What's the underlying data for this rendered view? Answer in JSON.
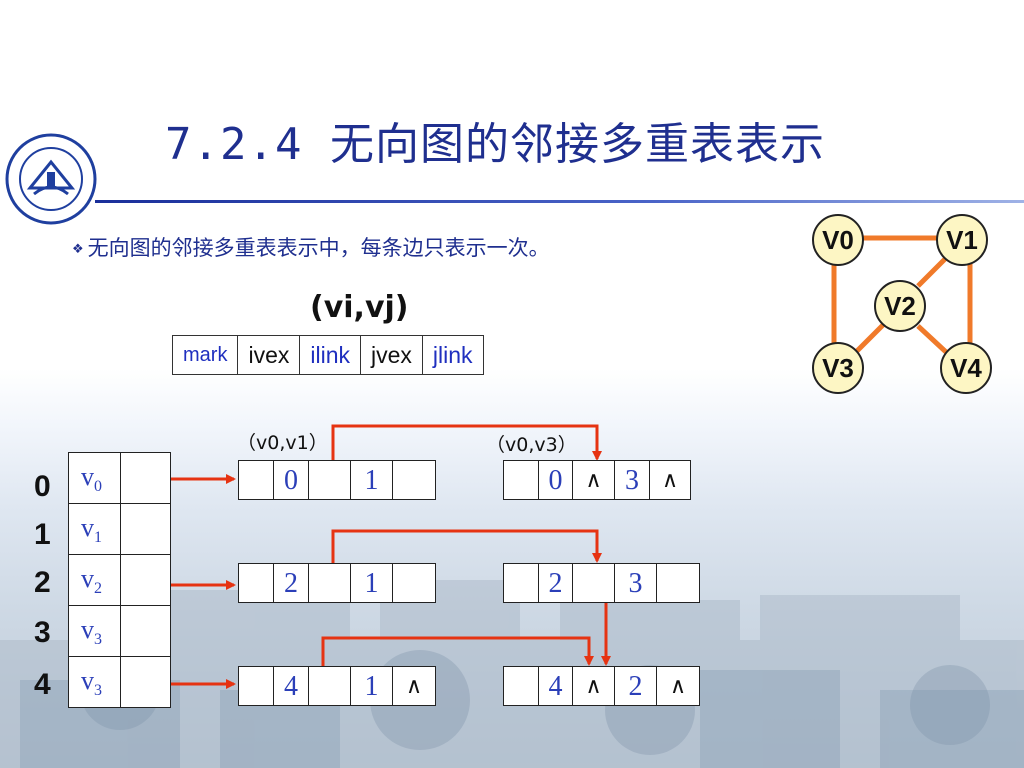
{
  "title": "7.2.4 无向图的邻接多重表表示",
  "bullet": "无向图的邻接多重表表示中，每条边只表示一次。",
  "edge_node_label": "(vi,vj)",
  "edge_node_fields": [
    "mark",
    "ivex",
    "ilink",
    "jvex",
    "jlink"
  ],
  "graph": {
    "nodes": [
      "V0",
      "V1",
      "V2",
      "V3",
      "V4"
    ]
  },
  "indices": [
    "0",
    "1",
    "2",
    "3",
    "4"
  ],
  "vertex_table": [
    {
      "name": "v",
      "sub": "0"
    },
    {
      "name": "v",
      "sub": "1"
    },
    {
      "name": "v",
      "sub": "2"
    },
    {
      "name": "v",
      "sub": "3"
    },
    {
      "name": "v",
      "sub": "3"
    }
  ],
  "edge_labels": [
    "（v0,v1）",
    "（v0,v3）"
  ],
  "edge_nodes": [
    [
      "",
      "0",
      "",
      "1",
      ""
    ],
    [
      "",
      "0",
      "∧",
      "3",
      "∧"
    ],
    [
      "",
      "2",
      "",
      "1",
      ""
    ],
    [
      "",
      "2",
      "",
      "3",
      ""
    ],
    [
      "",
      "4",
      "",
      "1",
      "∧"
    ],
    [
      "",
      "4",
      "∧",
      "2",
      "∧"
    ]
  ]
}
